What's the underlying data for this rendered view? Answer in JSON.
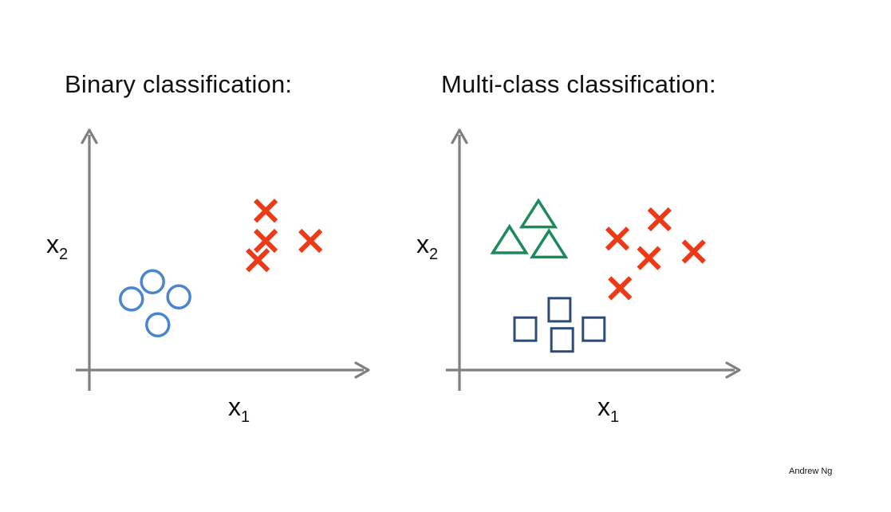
{
  "panels": [
    {
      "title": "Binary classification:",
      "x_label": "x",
      "x_label_sub": "1",
      "y_label": "x",
      "y_label_sub": "2",
      "points": [
        {
          "class": "circle",
          "color": "#4a86cf",
          "x": 2.4,
          "y": 4.1
        },
        {
          "class": "circle",
          "color": "#4a86cf",
          "x": 1.6,
          "y": 3.3
        },
        {
          "class": "circle",
          "color": "#4a86cf",
          "x": 3.4,
          "y": 3.4
        },
        {
          "class": "circle",
          "color": "#4a86cf",
          "x": 2.6,
          "y": 2.1
        },
        {
          "class": "cross",
          "color": "#ec3a16",
          "x": 6.7,
          "y": 7.4
        },
        {
          "class": "cross",
          "color": "#ec3a16",
          "x": 6.7,
          "y": 6.0
        },
        {
          "class": "cross",
          "color": "#ec3a16",
          "x": 8.4,
          "y": 6.0
        },
        {
          "class": "cross",
          "color": "#ec3a16",
          "x": 6.4,
          "y": 5.1
        }
      ]
    },
    {
      "title": "Multi-class classification:",
      "x_label": "x",
      "x_label_sub": "1",
      "y_label": "x",
      "y_label_sub": "2",
      "points": [
        {
          "class": "triangle",
          "color": "#1d8a5d",
          "x": 3.0,
          "y": 7.2
        },
        {
          "class": "triangle",
          "color": "#1d8a5d",
          "x": 1.9,
          "y": 6.0
        },
        {
          "class": "triangle",
          "color": "#1d8a5d",
          "x": 3.4,
          "y": 5.8
        },
        {
          "class": "cross",
          "color": "#ec3a16",
          "x": 7.6,
          "y": 7.0
        },
        {
          "class": "cross",
          "color": "#ec3a16",
          "x": 6.0,
          "y": 6.1
        },
        {
          "class": "cross",
          "color": "#ec3a16",
          "x": 7.2,
          "y": 5.2
        },
        {
          "class": "cross",
          "color": "#ec3a16",
          "x": 8.9,
          "y": 5.5
        },
        {
          "class": "cross",
          "color": "#ec3a16",
          "x": 6.1,
          "y": 3.8
        },
        {
          "class": "square",
          "color": "#2e4a7a",
          "x": 3.8,
          "y": 2.8
        },
        {
          "class": "square",
          "color": "#2e4a7a",
          "x": 2.5,
          "y": 1.9
        },
        {
          "class": "square",
          "color": "#2e4a7a",
          "x": 5.1,
          "y": 1.9
        },
        {
          "class": "square",
          "color": "#2e4a7a",
          "x": 3.9,
          "y": 1.4
        }
      ]
    }
  ],
  "axis_color": "#7f7f7f",
  "credit": "Andrew Ng"
}
